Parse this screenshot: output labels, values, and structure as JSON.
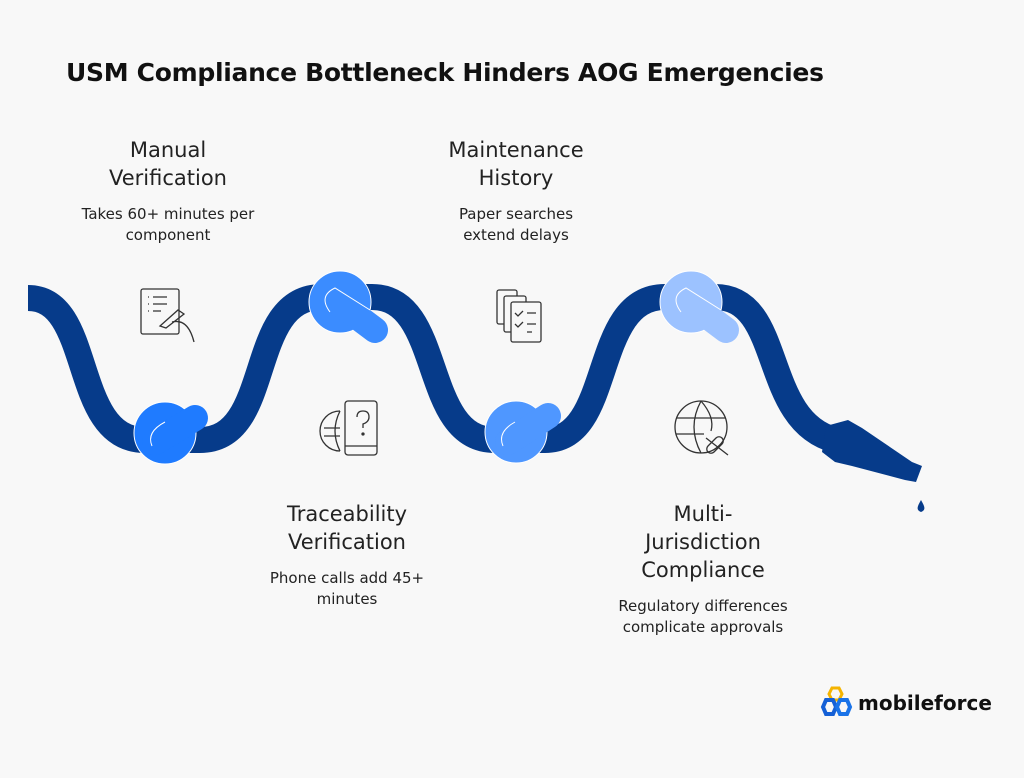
{
  "title": "USM Compliance Bottleneck Hinders AOG Emergencies",
  "steps": [
    {
      "heading": "Manual Verification",
      "description": "Takes 60+ minutes per component",
      "icon": "checklist-signing-icon"
    },
    {
      "heading": "Maintenance History",
      "description": "Paper searches extend delays",
      "icon": "document-stack-icon"
    },
    {
      "heading": "Traceability Verification",
      "description": "Phone calls add 45+ minutes",
      "icon": "globe-phone-question-icon"
    },
    {
      "heading": "Multi-Jurisdiction Compliance",
      "description": "Regulatory differences complicate approvals",
      "icon": "globe-broken-link-icon"
    }
  ],
  "colors": {
    "hose": "#063b8a",
    "knot1": "#1f7bff",
    "knot2": "#3b8cff",
    "knot3": "#4f97ff",
    "knot4": "#9cc2ff"
  },
  "logo": {
    "text": "mobileforce"
  }
}
